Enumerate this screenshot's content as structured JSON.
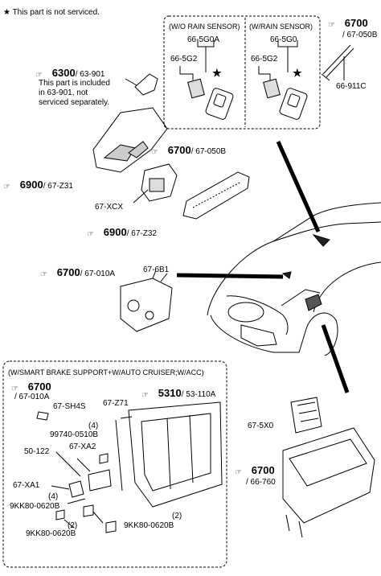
{
  "note": {
    "star": "★",
    "text": "This part is not serviced."
  },
  "sensor_box": {
    "left_title": "(W/O RAIN SENSOR)",
    "right_title": "(W/RAIN SENSOR)",
    "left_a": "66-5G0A",
    "left_b": "66-5G2",
    "right_a": "66-5G0",
    "right_b": "66-5G2"
  },
  "callouts": {
    "c6700_top": {
      "num": "6700",
      "sub": "/ 67-050B"
    },
    "part_66911c": "66-911C",
    "c6300": {
      "num": "6300",
      "sub": "/ 63-901"
    },
    "included_note": [
      "This part is included",
      "in  63-901, not",
      "serviced separately."
    ],
    "c6700_mid": {
      "num": "6700",
      "sub": "/ 67-050B"
    },
    "c6900_a": {
      "num": "6900",
      "sub": "/ 67-Z31"
    },
    "part_67xcx": "67-XCX",
    "c6900_b": {
      "num": "6900",
      "sub": "/ 67-Z32"
    },
    "c6700_010a": {
      "num": "6700",
      "sub": "/ 67-010A"
    },
    "part_676b1": "67-6B1",
    "part_675x0": "67-5X0",
    "c6700_760": {
      "num": "6700",
      "sub": "/ 66-760"
    }
  },
  "acc_box": {
    "title": "(W/SMART BRAKE SUPPORT+W/AUTO CRUISER;W/ACC)",
    "c6700": {
      "num": "6700",
      "sub": "/ 67-010A"
    },
    "c5310": {
      "num": "5310",
      "sub": "/ 53-110A"
    },
    "p_sh4s": "67-SH4S",
    "p_z71": "67-Z71",
    "qty_4a": "(4)",
    "p_99740": "99740-0510B",
    "p_xa2": "67-XA2",
    "p_50122": "50-122",
    "p_xa1": "67-XA1",
    "qty_4b": "(4)",
    "p_9kk_a": "9KK80-0620B",
    "qty_2a": "(2)",
    "p_9kk_b": "9KK80-0620B",
    "qty_2b": "(2)",
    "p_9kk_c": "9KK80-0620B"
  }
}
